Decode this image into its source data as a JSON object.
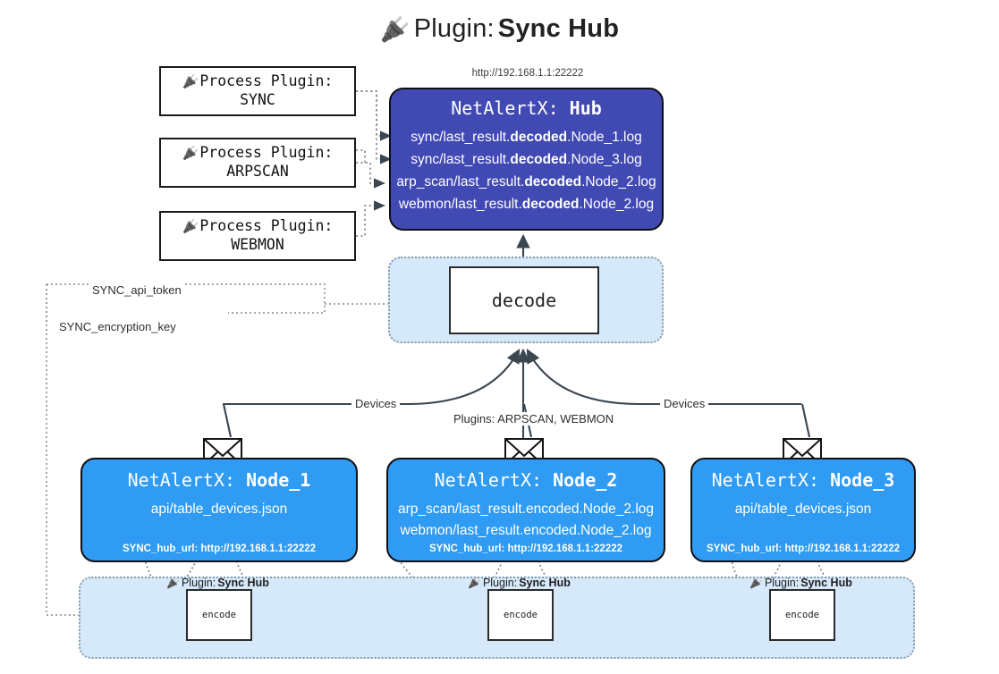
{
  "title": {
    "icon": "plug-icon",
    "prefix": "Plugin: ",
    "name": "Sync Hub"
  },
  "hub": {
    "url": "http://192.168.1.1:22222",
    "label_prefix": "NetAlertX: ",
    "label_name": "Hub",
    "rows": [
      {
        "pre": "sync/last_result.",
        "bold": "decoded",
        "post": ".Node_1.log"
      },
      {
        "pre": "sync/last_result.",
        "bold": "decoded",
        "post": ".Node_3.log"
      },
      {
        "pre": "arp_scan/last_result.",
        "bold": "decoded",
        "post": ".Node_2.log"
      },
      {
        "pre": "webmon/last_result.",
        "bold": "decoded",
        "post": ".Node_2.log"
      }
    ]
  },
  "process_plugins": [
    {
      "icon": "plug-icon",
      "line1": "Process Plugin:",
      "line2": "SYNC"
    },
    {
      "icon": "plug-icon",
      "line1": "Process Plugin:",
      "line2": "ARPSCAN"
    },
    {
      "icon": "plug-icon",
      "line1": "Process Plugin:",
      "line2": "WEBMON"
    }
  ],
  "decode": {
    "label": "decode"
  },
  "settings_edges": [
    {
      "label": "SYNC_api_token"
    },
    {
      "label": "SYNC_encryption_key"
    }
  ],
  "flow_labels": {
    "devices_left": "Devices",
    "devices_right": "Devices",
    "plugins_center": "Plugins: ARPSCAN, WEBMON"
  },
  "nodes": [
    {
      "title_prefix": "NetAlertX: ",
      "title_name": "Node_1",
      "lines": [
        "api/table_devices.json"
      ],
      "footer": "SYNC_hub_url: http://192.168.1.1:22222",
      "mail_icon": "envelope-icon"
    },
    {
      "title_prefix": "NetAlertX: ",
      "title_name": "Node_2",
      "lines": [
        "arp_scan/last_result.encoded.Node_2.log",
        "webmon/last_result.encoded.Node_2.log"
      ],
      "footer": "SYNC_hub_url: http://192.168.1.1:22222",
      "mail_icon": "envelope-icon"
    },
    {
      "title_prefix": "NetAlertX: ",
      "title_name": "Node_3",
      "lines": [
        "api/table_devices.json"
      ],
      "footer": "SYNC_hub_url: http://192.168.1.1:22222",
      "mail_icon": "envelope-icon"
    }
  ],
  "encoders": [
    {
      "tag_icon": "plug-icon",
      "tag_prefix": "Plugin: ",
      "tag_name": "Sync Hub",
      "box_label": "encode"
    },
    {
      "tag_icon": "plug-icon",
      "tag_prefix": "Plugin: ",
      "tag_name": "Sync Hub",
      "box_label": "encode"
    },
    {
      "tag_icon": "plug-icon",
      "tag_prefix": "Plugin: ",
      "tag_name": "Sync Hub",
      "box_label": "encode"
    }
  ],
  "colors": {
    "hub_fill": "#4149b3",
    "node_fill": "#2f9bf2",
    "subgraph_fill": "#d6e9fb",
    "stroke": "#1a1a1a",
    "dotted": "#8a8a8a",
    "background": "#ffffff"
  }
}
